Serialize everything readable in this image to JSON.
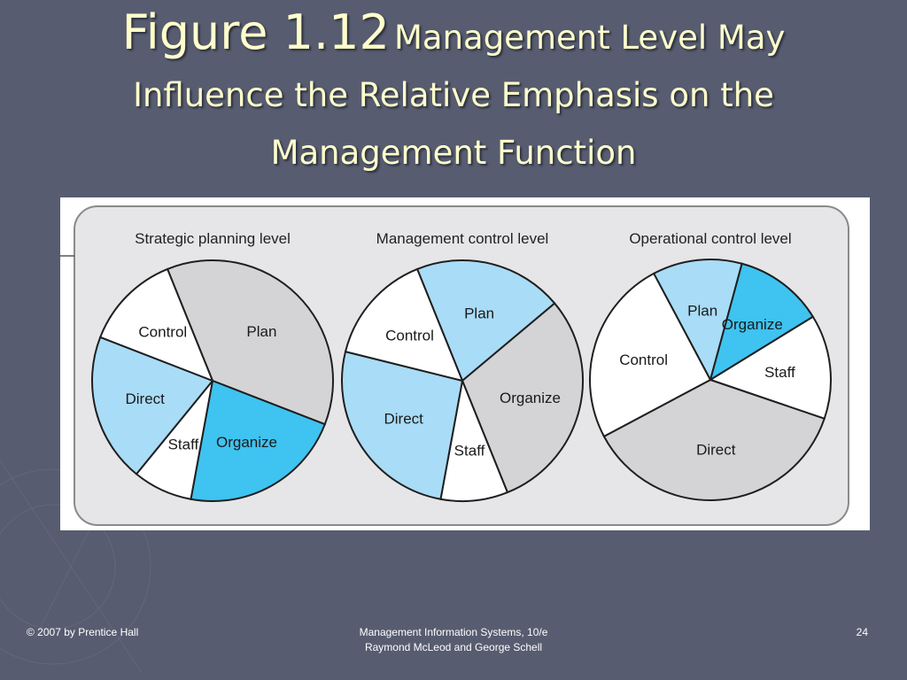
{
  "slide": {
    "title_figure": "Figure 1.12",
    "title_rest_line1": "Management Level May",
    "title_line2": "Influence the Relative Emphasis on the",
    "title_line3": "Management Function"
  },
  "footer": {
    "left": "© 2007 by Prentice Hall",
    "middle_line1": "Management Information Systems, 10/e",
    "middle_line2": "Raymond McLeod and George Schell",
    "page_number": "24"
  },
  "colors": {
    "background": "#575c70",
    "title": "#ffffcc",
    "plan_gray": "#d4d4d6",
    "light_blue": "#a9dcf6",
    "bright_blue": "#3fc3f0",
    "white": "#ffffff",
    "panel": "#e6e6e8"
  },
  "chart_data": [
    {
      "type": "pie",
      "title": "Strategic planning level",
      "slices": [
        {
          "label": "Plan",
          "value": 37,
          "color": "#d4d4d6"
        },
        {
          "label": "Organize",
          "value": 22,
          "color": "#3fc3f0"
        },
        {
          "label": "Staff",
          "value": 8,
          "color": "#ffffff"
        },
        {
          "label": "Direct",
          "value": 20,
          "color": "#a9dcf6"
        },
        {
          "label": "Control",
          "value": 13,
          "color": "#ffffff"
        }
      ]
    },
    {
      "type": "pie",
      "title": "Management control level",
      "slices": [
        {
          "label": "Plan",
          "value": 20,
          "color": "#a9dcf6"
        },
        {
          "label": "Organize",
          "value": 30,
          "color": "#d4d4d6"
        },
        {
          "label": "Staff",
          "value": 9,
          "color": "#ffffff"
        },
        {
          "label": "Direct",
          "value": 26,
          "color": "#a9dcf6"
        },
        {
          "label": "Control",
          "value": 15,
          "color": "#ffffff"
        }
      ]
    },
    {
      "type": "pie",
      "title": "Operational control level",
      "slices": [
        {
          "label": "Plan",
          "value": 12,
          "color": "#a9dcf6"
        },
        {
          "label": "Organize",
          "value": 12,
          "color": "#3fc3f0"
        },
        {
          "label": "Staff",
          "value": 14,
          "color": "#ffffff"
        },
        {
          "label": "Direct",
          "value": 37,
          "color": "#d4d4d6"
        },
        {
          "label": "Control",
          "value": 25,
          "color": "#ffffff"
        }
      ]
    }
  ]
}
